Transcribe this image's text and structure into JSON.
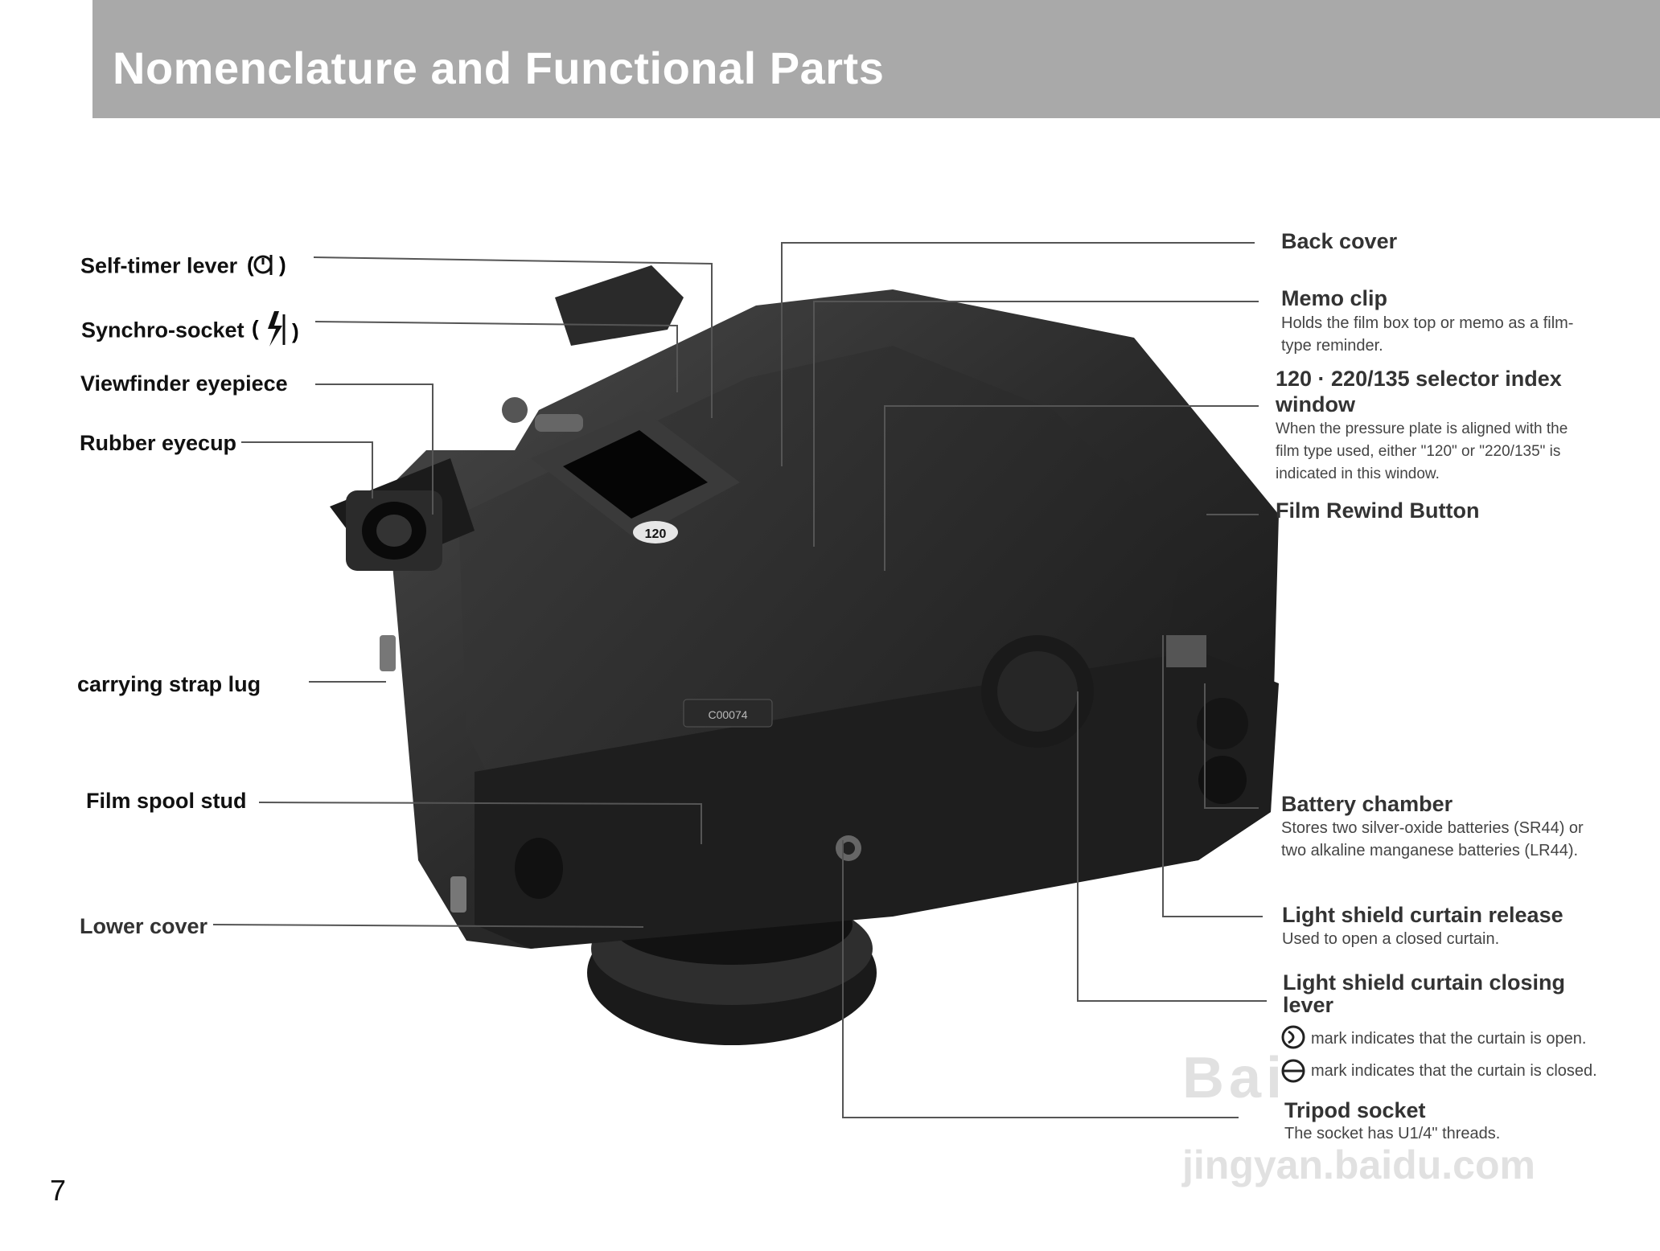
{
  "header": {
    "title": "Nomenclature and Functional Parts"
  },
  "left_labels": {
    "self_timer": "Self-timer lever",
    "synchro": "Synchro-socket",
    "viewfinder": "Viewfinder   eyepiece",
    "eyecup": "Rubber  eyecup",
    "strap_lug": "carrying   strap   lug",
    "spool": "Film spool stud",
    "lower_cover": "Lower cover"
  },
  "right_labels": {
    "back_cover": "Back cover",
    "memo_clip": {
      "title": "Memo clip",
      "desc": "Holds the film box top or memo as a film-type reminder."
    },
    "selector": {
      "title": "120 · 220/135  selector index window",
      "desc": "When the pressure plate is aligned with the film type used, either \"120\" or \"220/135\" is indicated in this window."
    },
    "rewind": "Film Rewind Button",
    "battery": {
      "title": "Battery chamber",
      "desc": "Stores two silver-oxide batteries (SR44) or two alkaline manganese batteries (LR44)."
    },
    "release": {
      "title": "Light shield curtain release",
      "desc": "Used to open a closed curtain."
    },
    "closing": {
      "title": "Light shield curtain closing lever",
      "open_desc": "mark indicates that the curtain is open.",
      "closed_desc": "mark indicates that the curtain is closed."
    },
    "tripod": {
      "title": "Tripod socket",
      "desc": "The socket has U1/4\" threads."
    }
  },
  "camera": {
    "window_text": "120",
    "serial": "C00074"
  },
  "watermark": {
    "line1": "Bai",
    "line2": "jingyan.baidu.com"
  },
  "page": {
    "number": "7"
  }
}
